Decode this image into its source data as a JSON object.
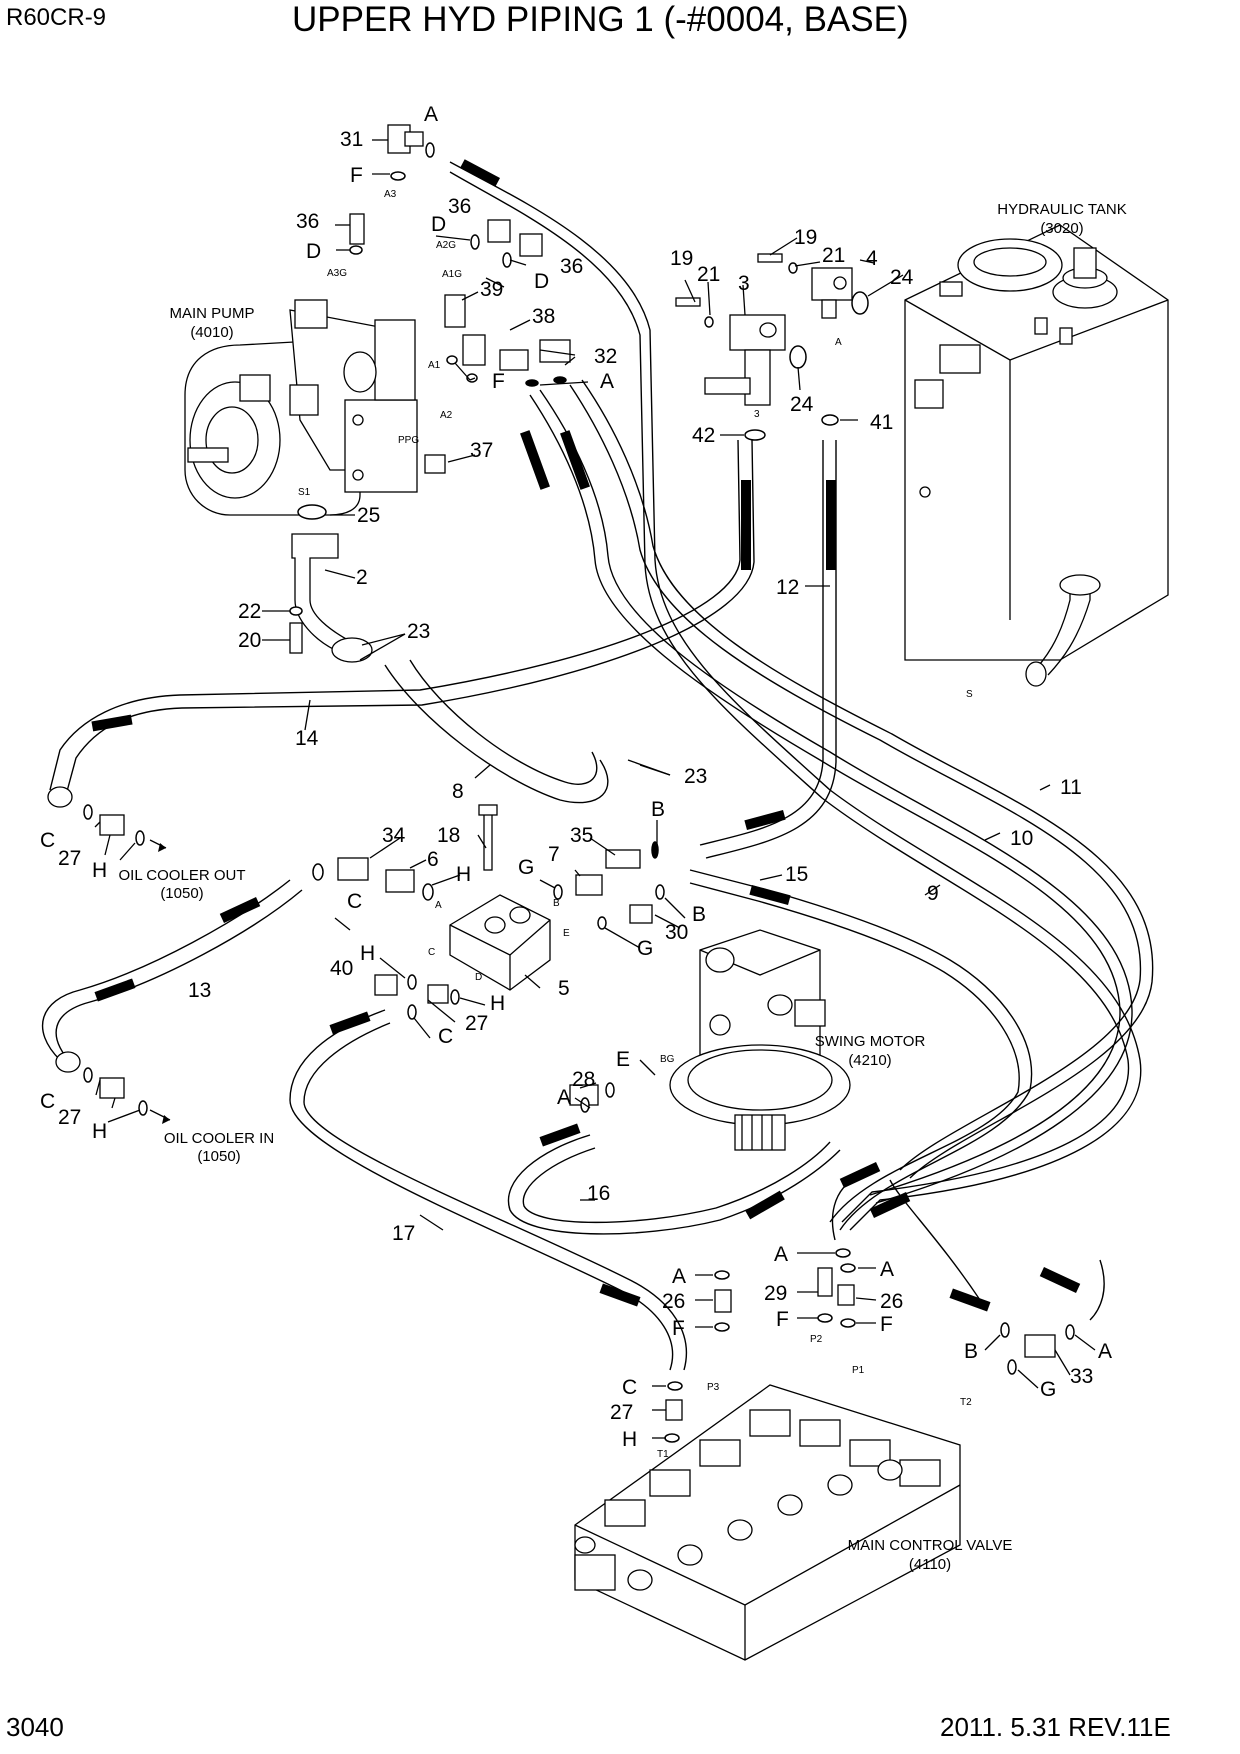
{
  "header": {
    "model": "R60CR-9",
    "title": "UPPER HYD PIPING 1 (-#0004, BASE)"
  },
  "footer": {
    "page": "3040",
    "revision": "2011. 5.31  REV.11E"
  },
  "components": {
    "main_pump": {
      "name": "MAIN PUMP",
      "code": "(4010)"
    },
    "hydraulic_tank": {
      "name": "HYDRAULIC TANK",
      "code": "(3020)"
    },
    "oil_cooler_out": {
      "name": "OIL COOLER OUT",
      "code": "(1050)"
    },
    "oil_cooler_in": {
      "name": "OIL COOLER IN",
      "code": "(1050)"
    },
    "swing_motor": {
      "name": "SWING MOTOR",
      "code": "(4210)"
    },
    "main_control_valve": {
      "name": "MAIN CONTROL VALVE",
      "code": "(4110)"
    }
  },
  "callouts": {
    "c31": "31",
    "cA_top": "A",
    "cF_top": "F",
    "c36_left": "36",
    "cD_left": "D",
    "c36_mid": "36",
    "cD_mid": "D",
    "c36_right": "36",
    "cD_right": "D",
    "c39": "39",
    "c38": "38",
    "c32": "32",
    "cF_pump": "F",
    "cA_pump": "A",
    "c37": "37",
    "c25": "25",
    "c2": "2",
    "c22": "22",
    "c20": "20",
    "c23_top": "23",
    "c19_left": "19",
    "c21_left": "21",
    "c3": "3",
    "c19_right": "19",
    "c21_right": "21",
    "c4": "4",
    "c24_top": "24",
    "c24_mid": "24",
    "c42": "42",
    "c41": "41",
    "c12": "12",
    "c14": "14",
    "c8": "8",
    "c23_mid": "23",
    "c11": "11",
    "c10": "10",
    "c9": "9",
    "cC_cool1": "C",
    "c27_cool1": "27",
    "cH_cool1": "H",
    "c34": "34",
    "c18": "18",
    "c35": "35",
    "cB_top": "B",
    "c6": "6",
    "cC_34": "C",
    "cH_6": "H",
    "cG_7": "G",
    "c7": "7",
    "c15": "15",
    "c30": "30",
    "cB_30": "B",
    "cG_30": "G",
    "c5": "5",
    "c40": "40",
    "cH_40": "H",
    "cH_27": "H",
    "c27_blk": "27",
    "cC_blk": "C",
    "c13": "13",
    "cC_cool2": "C",
    "c27_cool2": "27",
    "cH_cool2": "H",
    "cE_sw": "E",
    "c28": "28",
    "cA_sw": "A",
    "c16": "16",
    "c17": "17",
    "cA_l1": "A",
    "c26_l": "26",
    "cF_l": "F",
    "cC_l": "C",
    "c27_l": "27",
    "cH_l": "H",
    "cA_r1": "A",
    "cA_r2": "A",
    "c29": "29",
    "c26_r": "26",
    "cF_r1": "F",
    "cF_r2": "F",
    "cB_33": "B",
    "cA_33": "A",
    "c33": "33",
    "cG_33": "G"
  },
  "ports": {
    "A3": "A3",
    "A2G": "A2G",
    "A1G": "A1G",
    "A3G": "A3G",
    "A1": "A1",
    "A2": "A2",
    "PPG": "PPG",
    "S1": "S1",
    "S": "S",
    "A_tank": "A",
    "n3": "3",
    "blk_A": "A",
    "blk_B": "B",
    "blk_C": "C",
    "blk_D": "D",
    "blk_E": "E",
    "BG": "BG",
    "P1": "P1",
    "P2": "P2",
    "P3": "P3",
    "T1": "T1",
    "T2": "T2"
  }
}
